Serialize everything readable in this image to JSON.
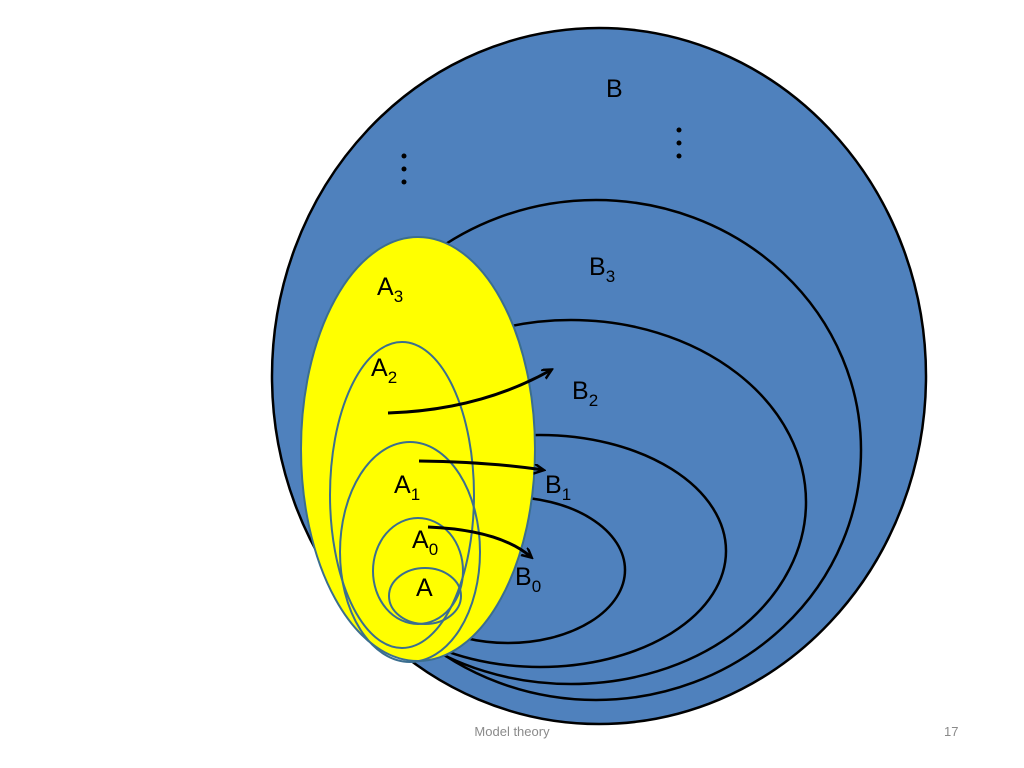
{
  "colors": {
    "outer_fill": "#4f81bd",
    "yellow_fill": "#ffff00",
    "yellow_stroke": "#3b6e8f",
    "line": "#000000"
  },
  "labels": {
    "B": {
      "base": "B",
      "sub": ""
    },
    "B3": {
      "base": "B",
      "sub": "3"
    },
    "B2": {
      "base": "B",
      "sub": "2"
    },
    "B1": {
      "base": "B",
      "sub": "1"
    },
    "B0": {
      "base": "B",
      "sub": "0"
    },
    "A3": {
      "base": "A",
      "sub": "3"
    },
    "A2": {
      "base": "A",
      "sub": "2"
    },
    "A1": {
      "base": "A",
      "sub": "1"
    },
    "A0": {
      "base": "A",
      "sub": "0"
    },
    "A": {
      "base": "A",
      "sub": ""
    }
  },
  "arrows": [
    {
      "from": "A2",
      "to": "B2"
    },
    {
      "from": "A1",
      "to": "B1"
    },
    {
      "from": "A0",
      "to": "B0"
    }
  ],
  "ellipsis_marks": [
    "vertical-ellipsis",
    "vertical-ellipsis"
  ],
  "footer": {
    "title": "Model theory",
    "page": "17"
  }
}
